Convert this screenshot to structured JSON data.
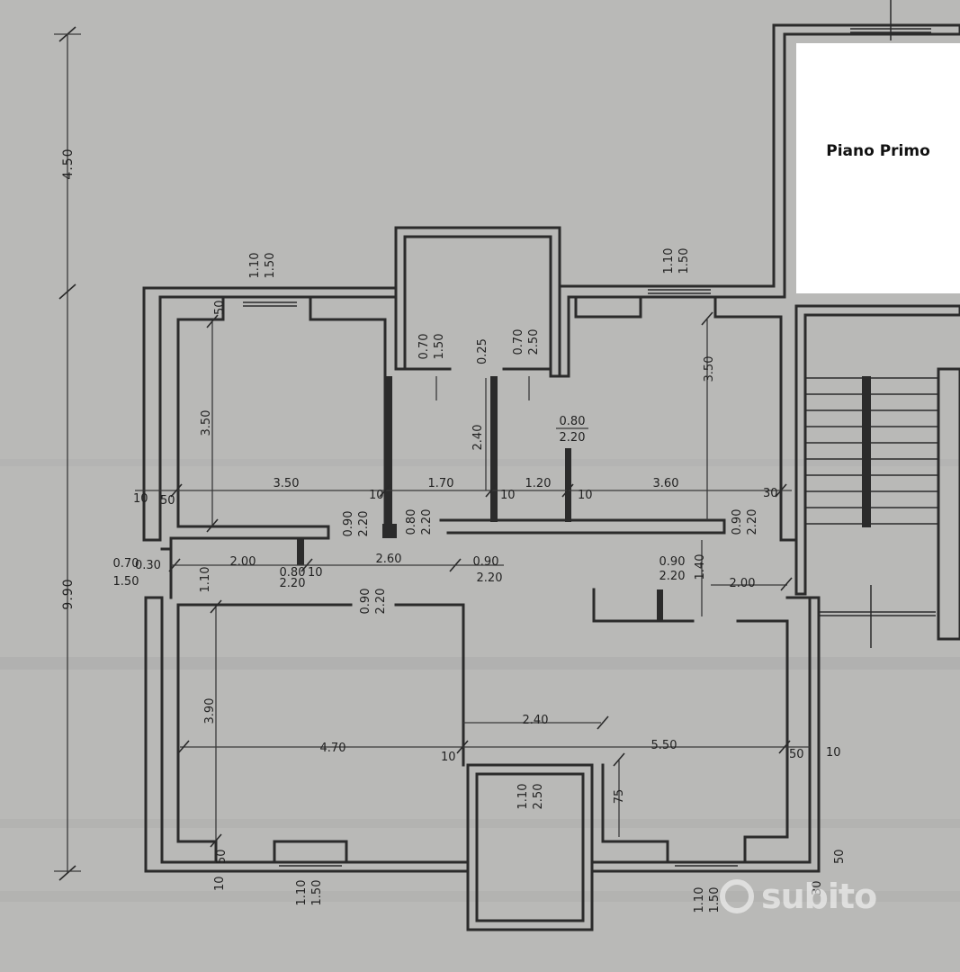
{
  "plan": {
    "title": "Piano Primo",
    "watermark": "subito",
    "dimensions": {
      "height_upper": "4.50",
      "height_total": "9.90",
      "room_a_width": "3.50",
      "room_a_height": "3.50",
      "room_c_width": "3.60",
      "room_c_height": "3.50",
      "bath_width": "1.70",
      "bath_height": "2.40",
      "closet_width": "1.20",
      "hall_2_00": "2.00",
      "hall_2_60": "2.60",
      "hall_right_2_00": "2.00",
      "living_width": "4.70",
      "living_height": "3.90",
      "kitchen_width": "5.50",
      "kitchen_partial": "2.40",
      "v_1_10": "1.10",
      "v_1_40": "1.40",
      "v_75": "75"
    },
    "openings": {
      "win_top_left": "1.10",
      "win_top_left_h": "1.50",
      "win_top_right": "1.10",
      "win_top_right_h": "1.50",
      "balcony_top_1": "0.70",
      "balcony_top_1_h": "1.50",
      "balcony_top_2": "0.70",
      "balcony_top_2_h": "2.50",
      "door_080_220": "0.80",
      "door_080_220_h": "2.20",
      "door_090_a": "0.90",
      "door_090_a_h": "2.20",
      "door_080_b": "0.80",
      "door_080_b_h": "2.20",
      "door_090_c": "0.90",
      "door_090_c_h": "2.20",
      "door_090_living": "0.90",
      "door_090_living_h": "2.20",
      "door_090_hall": "0.90",
      "door_090_hall_h": "2.20",
      "door_090_center": "0.90",
      "door_090_center_h": "2.20",
      "door_070_entry": "0.70",
      "door_070_entry_h": "1.50",
      "win_bottom_left": "1.10",
      "win_bottom_left_h": "1.50",
      "win_bottom_right": "1.10",
      "win_bottom_right_h": "1.50",
      "balcony_bottom": "1.10",
      "balcony_bottom_h": "2.50",
      "door_080_small": "0.80",
      "door_080_small_h": "2.20"
    },
    "small_marks": {
      "a": "0.10",
      "b": "0.30",
      "c": "0.50",
      "d": "0.25",
      "e": "10",
      "f": "30",
      "g": "50"
    }
  }
}
